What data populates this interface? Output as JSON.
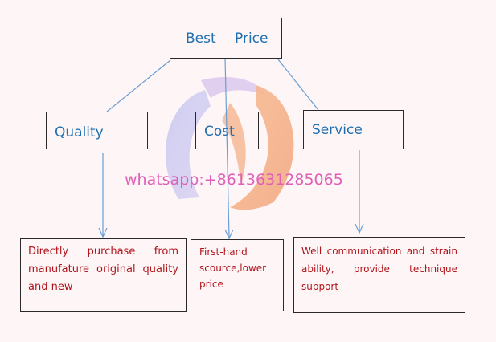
{
  "nodes": {
    "top": {
      "title_a": "Best",
      "title_b": "Price"
    },
    "quality": {
      "title": "Quality"
    },
    "cost": {
      "title": "Cost"
    },
    "service": {
      "title": "Service"
    }
  },
  "details": {
    "quality": "Directly purchase from manufature original quality and new",
    "cost": "First-hand scource,lower price",
    "service": "Well communication and strain ability, provide technique support"
  },
  "watermark": {
    "text": "whatsapp:+8613631285065"
  },
  "colors": {
    "title_text": "#1f6fb0",
    "detail_text": "#b0151c",
    "watermark_text": "#e060b8",
    "connector": "#6a9fd4",
    "border": "#2a2a2a"
  }
}
